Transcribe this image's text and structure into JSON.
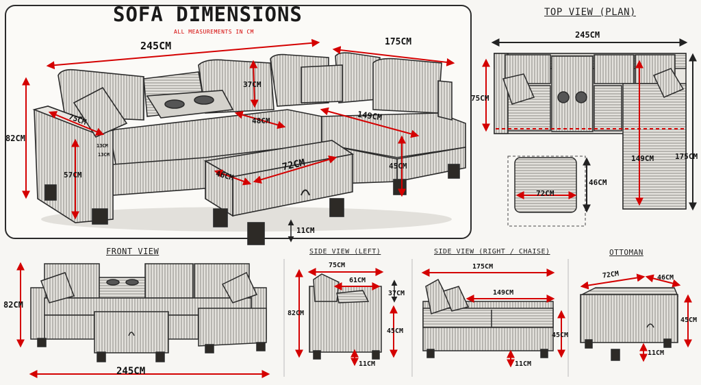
{
  "header": {
    "title": "SOFA DIMENSIONS",
    "note": "ALL MEASUREMENTS IN CM"
  },
  "views": {
    "top": "TOP VIEW (PLAN)",
    "front": "FRONT VIEW",
    "side_left": "SIDE VIEW (LEFT)",
    "side_right": "SIDE VIEW (RIGHT / CHAISE)",
    "ottoman": "OTTOMAN"
  },
  "main_dims": {
    "total_width": "245CM",
    "chaise_length": "175CM",
    "total_height": "82CM",
    "seat_depth": "75CM",
    "arm_width_a": "13CM",
    "arm_width_b": "13CM",
    "seat_height": "57CM",
    "back_cushion": "37CM",
    "seat_width": "48CM",
    "chaise_seat": "149CM",
    "chaise_height": "45CM",
    "ottoman_length": "72CM",
    "ottoman_width": "46CM",
    "leg_height": "11CM"
  },
  "top_dims": {
    "width": "245CM",
    "depth": "75CM",
    "chaise_inner": "149CM",
    "chaise_total": "175CM",
    "ottoman_length": "72CM",
    "ottoman_width": "46CM"
  },
  "front_dims": {
    "height": "82CM",
    "width": "245CM"
  },
  "side_left_dims": {
    "depth": "75CM",
    "seat_depth": "61CM",
    "back": "37CM",
    "height": "82CM",
    "seat": "45CM",
    "leg": "11CM"
  },
  "side_right_dims": {
    "length": "175CM",
    "seat": "149CM",
    "height": "45CM",
    "leg": "11CM"
  },
  "ottoman_dims": {
    "length": "72CM",
    "width": "46CM",
    "height": "45CM",
    "leg": "11CM"
  },
  "colors": {
    "dimension_line": "#d40000",
    "ink": "#2a2a2a",
    "fabric": "#d9d7d2"
  }
}
